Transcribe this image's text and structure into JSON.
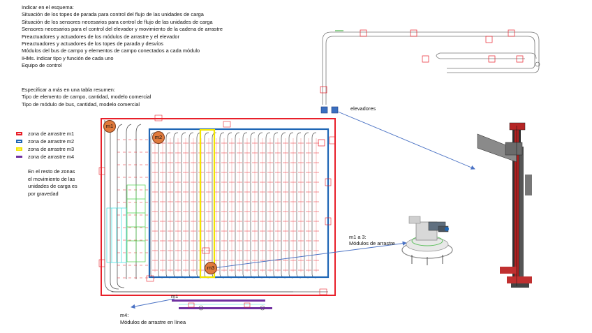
{
  "instructions": [
    "Indicar en el esquema:",
    "Situación de los topes de parada para control del flujo de las unidades de carga",
    "Situación de los sensores necesarios para control de flujo de las unidades de carga",
    "Sensores necesarios para el control del elevador y movimiento de la cadena de arrastre",
    "Preactuadores y actuadores de los módulos de arrastre y el elevador",
    "Preactuadores y actuadores de los topes de parada y desvíos",
    "Módulos del bus de campo y elementos de campo conectados a cada módulo",
    "IHMs. indicar tipo y función de cada uno",
    "Equipo de control"
  ],
  "summary": [
    "Especificar a más en una tabla resumen:",
    "Tipo de elemento de campo, cantidad, modelo comercial",
    "Tipo de módulo de bus, cantidad, modelo comercial"
  ],
  "legend": [
    {
      "label": "zona de arrastre m1",
      "color": "#e8202a",
      "style": "outline"
    },
    {
      "label": "zona de arrastre m2",
      "color": "#1f66b5",
      "style": "outline"
    },
    {
      "label": "zona de arrastre m3",
      "color": "#f2e600",
      "style": "outline"
    },
    {
      "label": "zona de arrastre m4",
      "color": "#7030a0",
      "style": "bar"
    }
  ],
  "rest_note": [
    "En el resto de zonas",
    "el movimiento de las",
    "unidades de carga es",
    "por gravedad"
  ],
  "markers": {
    "m1": "m1",
    "m2": "m2",
    "m3": "m3"
  },
  "labels": {
    "elevadores": "elevadores",
    "m1a3_title": "m1 a 3:",
    "m1a3_desc": "Módulos de arrastre",
    "m4_title": "m4:",
    "m4_desc": "Módulos de arrastre en línea",
    "m1_bar_label": "m1"
  },
  "colors": {
    "zone_m1": "#e8202a",
    "zone_m2": "#1f66b5",
    "zone_m3": "#f2e600",
    "zone_m4": "#7030a0",
    "marker": "#e07a3c",
    "elevator_box": "#3a6fc0",
    "arrow": "#4a72c4"
  }
}
